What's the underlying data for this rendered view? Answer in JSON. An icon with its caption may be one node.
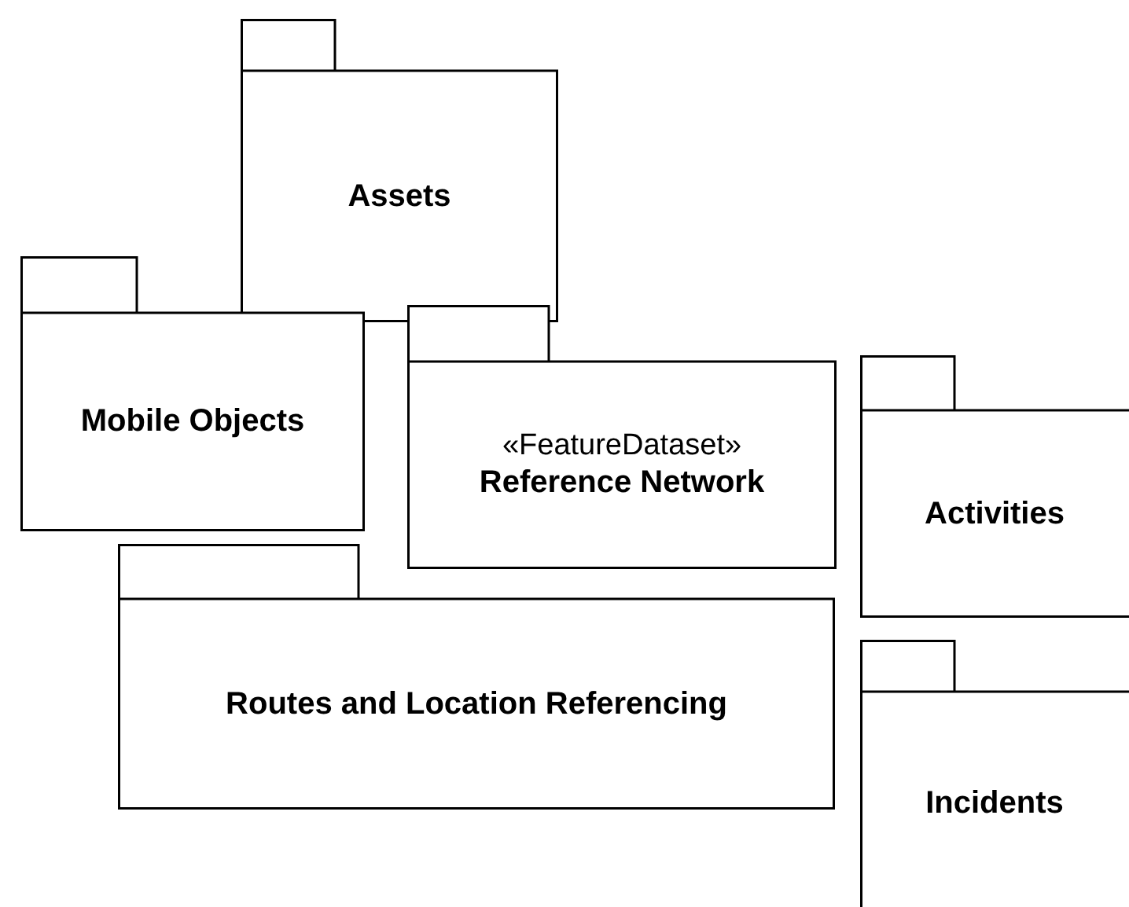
{
  "diagram": {
    "nodes": [
      {
        "text": [
          "Assets"
        ]
      },
      {
        "text": [
          "Mobile Objects"
        ]
      },
      {
        "text": [
          "«FeatureDataset»",
          "Reference Network"
        ]
      },
      {
        "text": [
          "Activities"
        ]
      },
      {
        "text": [
          "Routes and Location Referencing"
        ]
      },
      {
        "text": [
          "Incidents"
        ]
      }
    ]
  }
}
